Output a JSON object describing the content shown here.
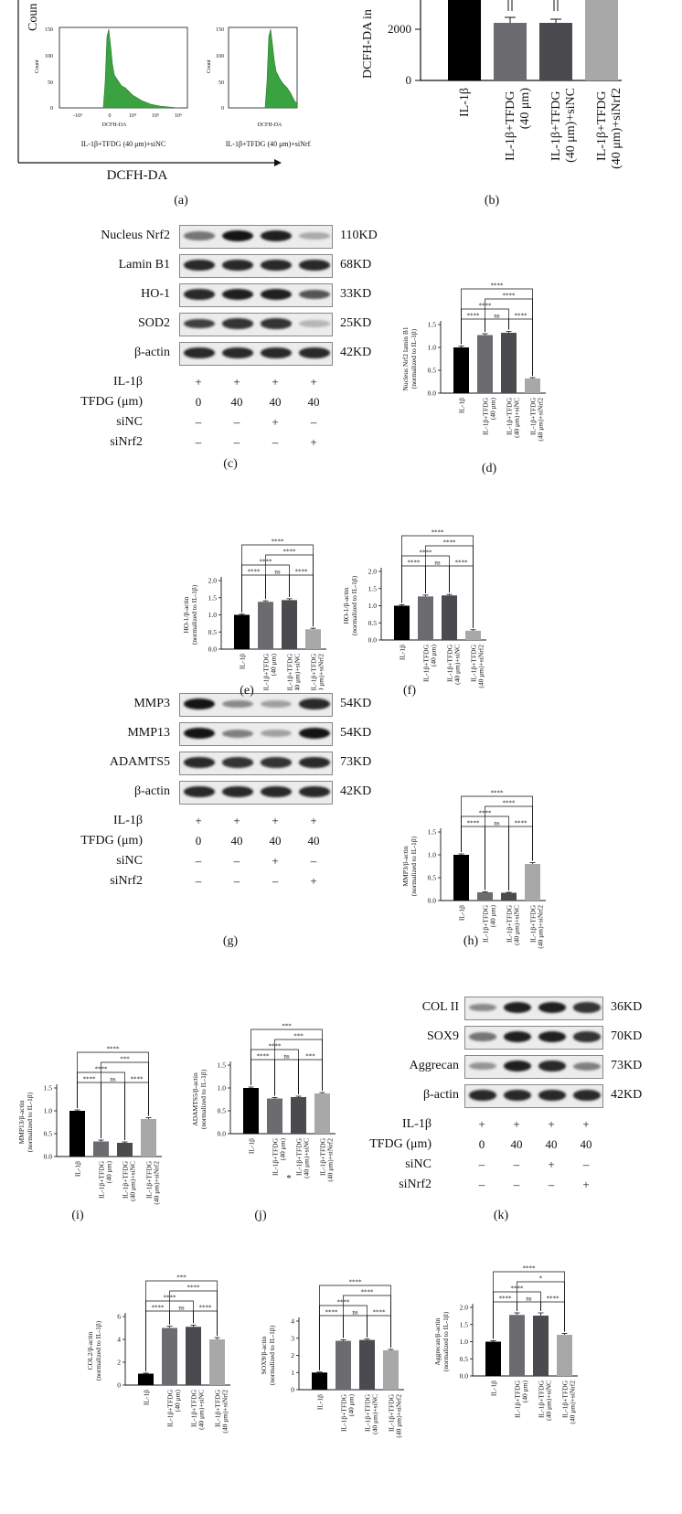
{
  "panel_a": {
    "axis_title": "DCFH-DA",
    "count_label_partial": "Coun",
    "hist_left_caption": "IL-1β+TFDG (40 μm)+siNC",
    "hist_right_caption": "IL-1β+TFDG (40 μm)+siNrf2",
    "hist_ylabel": "Count",
    "hist_xlabel": "DCFH-DA",
    "hist_yticks": [
      "0",
      "50",
      "100",
      "150"
    ],
    "hist_xticks": [
      "-10³",
      "0",
      "10⁴",
      "10⁵",
      "10⁶"
    ],
    "letter": "(a)"
  },
  "panel_b": {
    "ylabel_partial": "DCFH-DA in",
    "yticks": [
      "0",
      "2000"
    ],
    "categories": [
      "IL-1β",
      "IL-1β+TFDG (40 μm)",
      "IL-1β+TFDG (40 μm)+siNC",
      "IL-1β+TFDG (40 μm)+siNrf2"
    ],
    "letter": "(b)"
  },
  "western_c": {
    "bands": [
      {
        "name": "Nucleus Nrf2",
        "kd": "110KD"
      },
      {
        "name": "Lamin B1",
        "kd": "68KD"
      },
      {
        "name": "HO-1",
        "kd": "33KD"
      },
      {
        "name": "SOD2",
        "kd": "25KD"
      },
      {
        "name": "β-actin",
        "kd": "42KD"
      }
    ],
    "conditions": [
      {
        "label": "IL-1β",
        "vals": [
          "+",
          "+",
          "+",
          "+"
        ]
      },
      {
        "label": "TFDG (μm)",
        "vals": [
          "0",
          "40",
          "40",
          "40"
        ]
      },
      {
        "label": "siNC",
        "vals": [
          "–",
          "–",
          "+",
          "–"
        ]
      },
      {
        "label": "siNrf2",
        "vals": [
          "–",
          "–",
          "–",
          "+"
        ]
      }
    ],
    "letter": "(c)"
  },
  "western_g": {
    "bands": [
      {
        "name": "MMP3",
        "kd": "54KD"
      },
      {
        "name": "MMP13",
        "kd": "54KD"
      },
      {
        "name": "ADAMTS5",
        "kd": "73KD"
      },
      {
        "name": "β-actin",
        "kd": "42KD"
      }
    ],
    "conditions": [
      {
        "label": "IL-1β",
        "vals": [
          "+",
          "+",
          "+",
          "+"
        ]
      },
      {
        "label": "TFDG (μm)",
        "vals": [
          "0",
          "40",
          "40",
          "40"
        ]
      },
      {
        "label": "siNC",
        "vals": [
          "–",
          "–",
          "+",
          "–"
        ]
      },
      {
        "label": "siNrf2",
        "vals": [
          "–",
          "–",
          "–",
          "+"
        ]
      }
    ],
    "letter": "(g)"
  },
  "western_k": {
    "bands": [
      {
        "name": "COL II",
        "kd": "36KD"
      },
      {
        "name": "SOX9",
        "kd": "70KD"
      },
      {
        "name": "Aggrecan",
        "kd": "73KD"
      },
      {
        "name": "β-actin",
        "kd": "42KD"
      }
    ],
    "conditions": [
      {
        "label": "IL-1β",
        "vals": [
          "+",
          "+",
          "+",
          "+"
        ]
      },
      {
        "label": "TFDG (μm)",
        "vals": [
          "0",
          "40",
          "40",
          "40"
        ]
      },
      {
        "label": "siNC",
        "vals": [
          "–",
          "–",
          "+",
          "–"
        ]
      },
      {
        "label": "siNrf2",
        "vals": [
          "–",
          "–",
          "–",
          "+"
        ]
      }
    ],
    "letter": "(k)"
  },
  "bar_categories": [
    "IL-1β",
    "IL-1β+TFDG (40 μm)",
    "IL-1β+TFDG (40 μm)+siNC",
    "IL-1β+TFDG (40 μm)+siNrf2"
  ],
  "bar_colors": [
    "#000000",
    "#6b6b70",
    "#4a4a4f",
    "#a8a8a8"
  ],
  "stray_mark": "*",
  "chart_data": [
    {
      "id": "d",
      "letter": "(d)",
      "type": "bar",
      "ylabel": "Nucleus Nrf2 lamin B1",
      "ylabel2": "(normalized to IL-1β)",
      "values": [
        1.0,
        1.27,
        1.32,
        0.32
      ],
      "errors": [
        0.03,
        0.03,
        0.03,
        0.02
      ],
      "ylim": [
        0,
        1.5
      ],
      "yticks": [
        "0.0",
        "0.5",
        "1.0",
        "1.5"
      ],
      "sig": [
        "****",
        "ns",
        "****",
        "****",
        "****",
        "****"
      ]
    },
    {
      "id": "e",
      "letter": "(e)",
      "type": "bar",
      "ylabel": "HO-1/β-actin",
      "ylabel2": "(normalized to IL-1β)",
      "values": [
        1.0,
        1.38,
        1.43,
        0.58
      ],
      "errors": [
        0.02,
        0.03,
        0.04,
        0.03
      ],
      "ylim": [
        0,
        2.0
      ],
      "yticks": [
        "0.0",
        "0.5",
        "1.0",
        "1.5",
        "2.0"
      ],
      "sig": [
        "****",
        "ns",
        "****",
        "****",
        "****",
        "****"
      ]
    },
    {
      "id": "f",
      "letter": "(f)",
      "type": "bar",
      "ylabel": "HO-1/β-actin",
      "ylabel2": "(normalized to IL-1β)",
      "values": [
        1.0,
        1.27,
        1.3,
        0.27
      ],
      "errors": [
        0.03,
        0.04,
        0.03,
        0.03
      ],
      "ylim": [
        0,
        2.0
      ],
      "yticks": [
        "0.0",
        "0.5",
        "1.0",
        "1.5",
        "2.0"
      ],
      "sig": [
        "****",
        "ns",
        "****",
        "****",
        "****",
        "****"
      ]
    },
    {
      "id": "h",
      "letter": "(h)",
      "type": "bar",
      "ylabel": "MMP3/β-actin",
      "ylabel2": "(normalized to IL-1β)",
      "values": [
        1.0,
        0.18,
        0.17,
        0.8
      ],
      "errors": [
        0.02,
        0.01,
        0.01,
        0.03
      ],
      "ylim": [
        0,
        1.5
      ],
      "yticks": [
        "0.0",
        "0.5",
        "1.0",
        "1.5"
      ],
      "sig": [
        "****",
        "ns",
        "****",
        "****",
        "****",
        "****"
      ]
    },
    {
      "id": "i",
      "letter": "(i)",
      "type": "bar",
      "ylabel": "MMP13/β-actin",
      "ylabel2": "(normalized to IL-1β)",
      "values": [
        1.0,
        0.33,
        0.3,
        0.82
      ],
      "errors": [
        0.02,
        0.03,
        0.02,
        0.03
      ],
      "ylim": [
        0,
        1.5
      ],
      "yticks": [
        "0.0",
        "0.5",
        "1.0",
        "1.5"
      ],
      "sig": [
        "****",
        "ns",
        "****",
        "****",
        "****",
        "***"
      ]
    },
    {
      "id": "j",
      "letter": "(j)",
      "type": "bar",
      "ylabel": "ADAMTS5/β-actin",
      "ylabel2": "(normalized to IL-1β)",
      "values": [
        1.0,
        0.77,
        0.8,
        0.88
      ],
      "errors": [
        0.02,
        0.02,
        0.02,
        0.02
      ],
      "ylim": [
        0,
        1.5
      ],
      "yticks": [
        "0.0",
        "0.5",
        "1.0",
        "1.5"
      ],
      "sig": [
        "****",
        "ns",
        "***",
        "****",
        "***",
        "***"
      ]
    },
    {
      "id": "l",
      "letter": "",
      "type": "bar",
      "ylabel": "COL2/β-actin",
      "ylabel2": "(normalized to IL-1β)",
      "values": [
        1.0,
        5.0,
        5.1,
        4.0
      ],
      "errors": [
        0.05,
        0.15,
        0.15,
        0.15
      ],
      "ylim": [
        0,
        6
      ],
      "yticks": [
        "0",
        "2",
        "4",
        "6"
      ],
      "sig": [
        "****",
        "ns",
        "****",
        "****",
        "***",
        "****"
      ]
    },
    {
      "id": "m",
      "letter": "",
      "type": "bar",
      "ylabel": "SOX9/β-actin",
      "ylabel2": "(normalized to IL-1β)",
      "values": [
        1.0,
        2.85,
        2.9,
        2.3
      ],
      "errors": [
        0.03,
        0.06,
        0.05,
        0.05
      ],
      "ylim": [
        0,
        4
      ],
      "yticks": [
        "0",
        "1",
        "2",
        "3",
        "4"
      ],
      "sig": [
        "****",
        "ns",
        "****",
        "****",
        "****",
        "****"
      ]
    },
    {
      "id": "n",
      "letter": "",
      "type": "bar",
      "ylabel": "Aggrecan/β-actin",
      "ylabel2": "(normalized to IL-1β)",
      "values": [
        1.0,
        1.78,
        1.76,
        1.2
      ],
      "errors": [
        0.03,
        0.06,
        0.08,
        0.04
      ],
      "ylim": [
        0,
        2.0
      ],
      "yticks": [
        "0.0",
        "0.5",
        "1.0",
        "1.5",
        "2.0"
      ],
      "sig": [
        "****",
        "ns",
        "****",
        "****",
        "****",
        "*"
      ]
    }
  ]
}
